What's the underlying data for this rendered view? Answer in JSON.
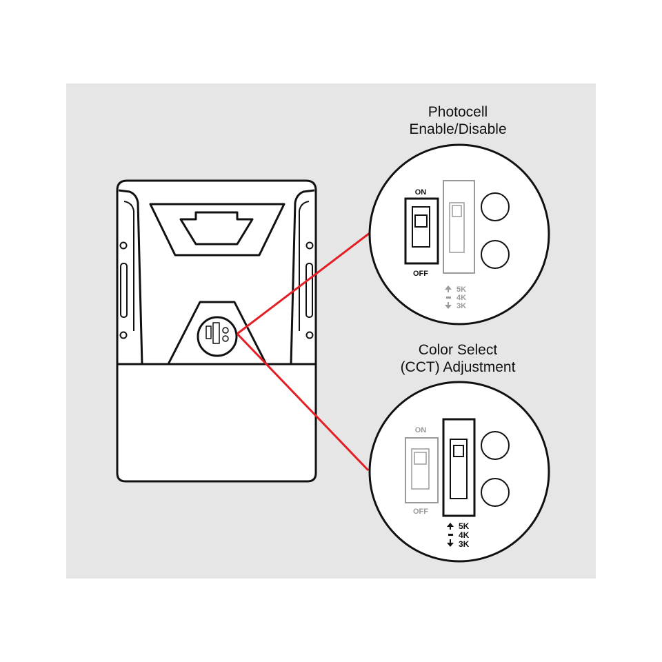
{
  "photocell": {
    "title_line1": "Photocell",
    "title_line2": "Enable/Disable",
    "on_label": "ON",
    "off_label": "OFF",
    "cct_5k": "5K",
    "cct_4k": "4K",
    "cct_3k": "3K"
  },
  "cct": {
    "title_line1": "Color Select",
    "title_line2": "(CCT) Adjustment",
    "on_label": "ON",
    "off_label": "OFF",
    "cct_5k": "5K",
    "cct_4k": "4K",
    "cct_3k": "3K"
  },
  "colors": {
    "background": "#e6e6e6",
    "outline": "#111111",
    "leader_line": "#e31e24",
    "dimmed": "#9a9a9a"
  }
}
